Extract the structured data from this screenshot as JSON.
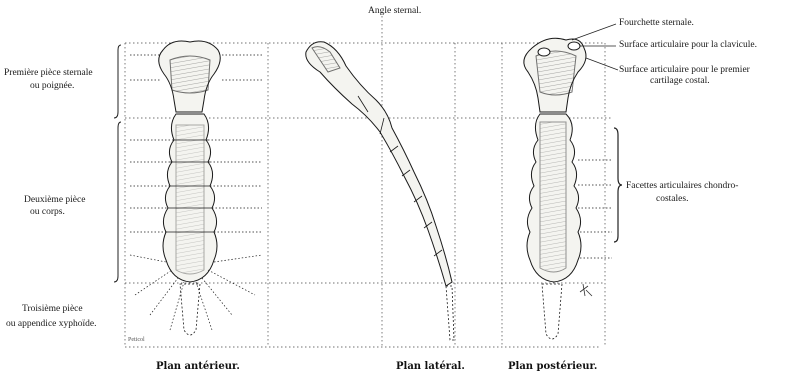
{
  "labels": {
    "angle_sternal": "Angle sternal.",
    "fourchette": "Fourchette sternale.",
    "surface_clavicule": "Surface articulaire pour la clavicule.",
    "surface_cartilage_line1": "Surface articulaire pour le premier",
    "surface_cartilage_line2": "cartilage costal.",
    "premiere_line1": "Première pièce sternale",
    "premiere_line2": "ou poignée.",
    "deuxieme_line1": "Deuxième pièce",
    "deuxieme_line2": "ou corps.",
    "troisieme_line1": "Troisième pièce",
    "troisieme_line2": "ou appendice xyphoïde.",
    "facettes_line1": "Facettes articulaires chondro-",
    "facettes_line2": "costales."
  },
  "captions": {
    "anterior": "Plan antérieur.",
    "lateral": "Plan latéral.",
    "posterior": "Plan postérieur."
  },
  "signature": "Peticol",
  "colors": {
    "ink": "#1a1a1a",
    "bone_fill": "#f4f4f0",
    "paper": "#ffffff"
  }
}
